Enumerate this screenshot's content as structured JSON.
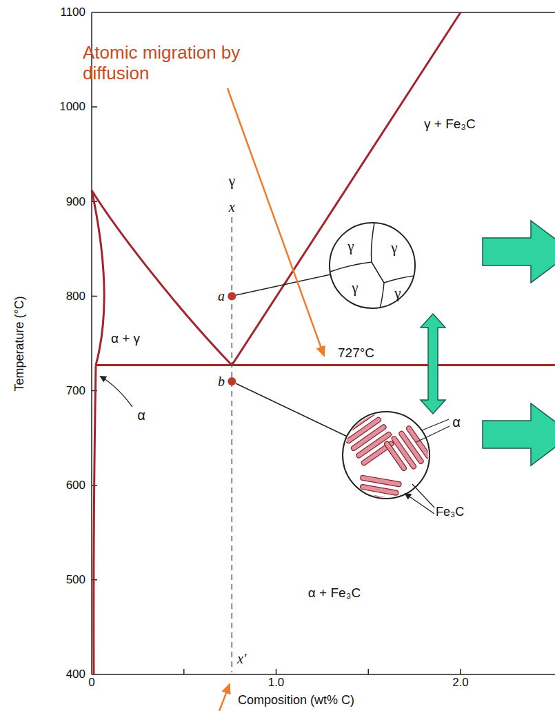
{
  "diagram": {
    "nodes": [
      {
        "text": [
          "γ",
          "γ",
          "γ",
          "γ"
        ]
      }
    ],
    "labels": [
      "Atomic migration by diffusion",
      "γ",
      "x",
      "a",
      "b",
      "x′",
      "727°C",
      "α + γ",
      "α",
      "γ + Fe₃C",
      "α + Fe₃C",
      "α",
      "Fe₃C",
      "Temperature (°C)",
      "Composition (wt% C)",
      "1100",
      "1000",
      "900",
      "800",
      "700",
      "600",
      "500",
      "400",
      "0",
      "1.0",
      "2.0"
    ]
  }
}
